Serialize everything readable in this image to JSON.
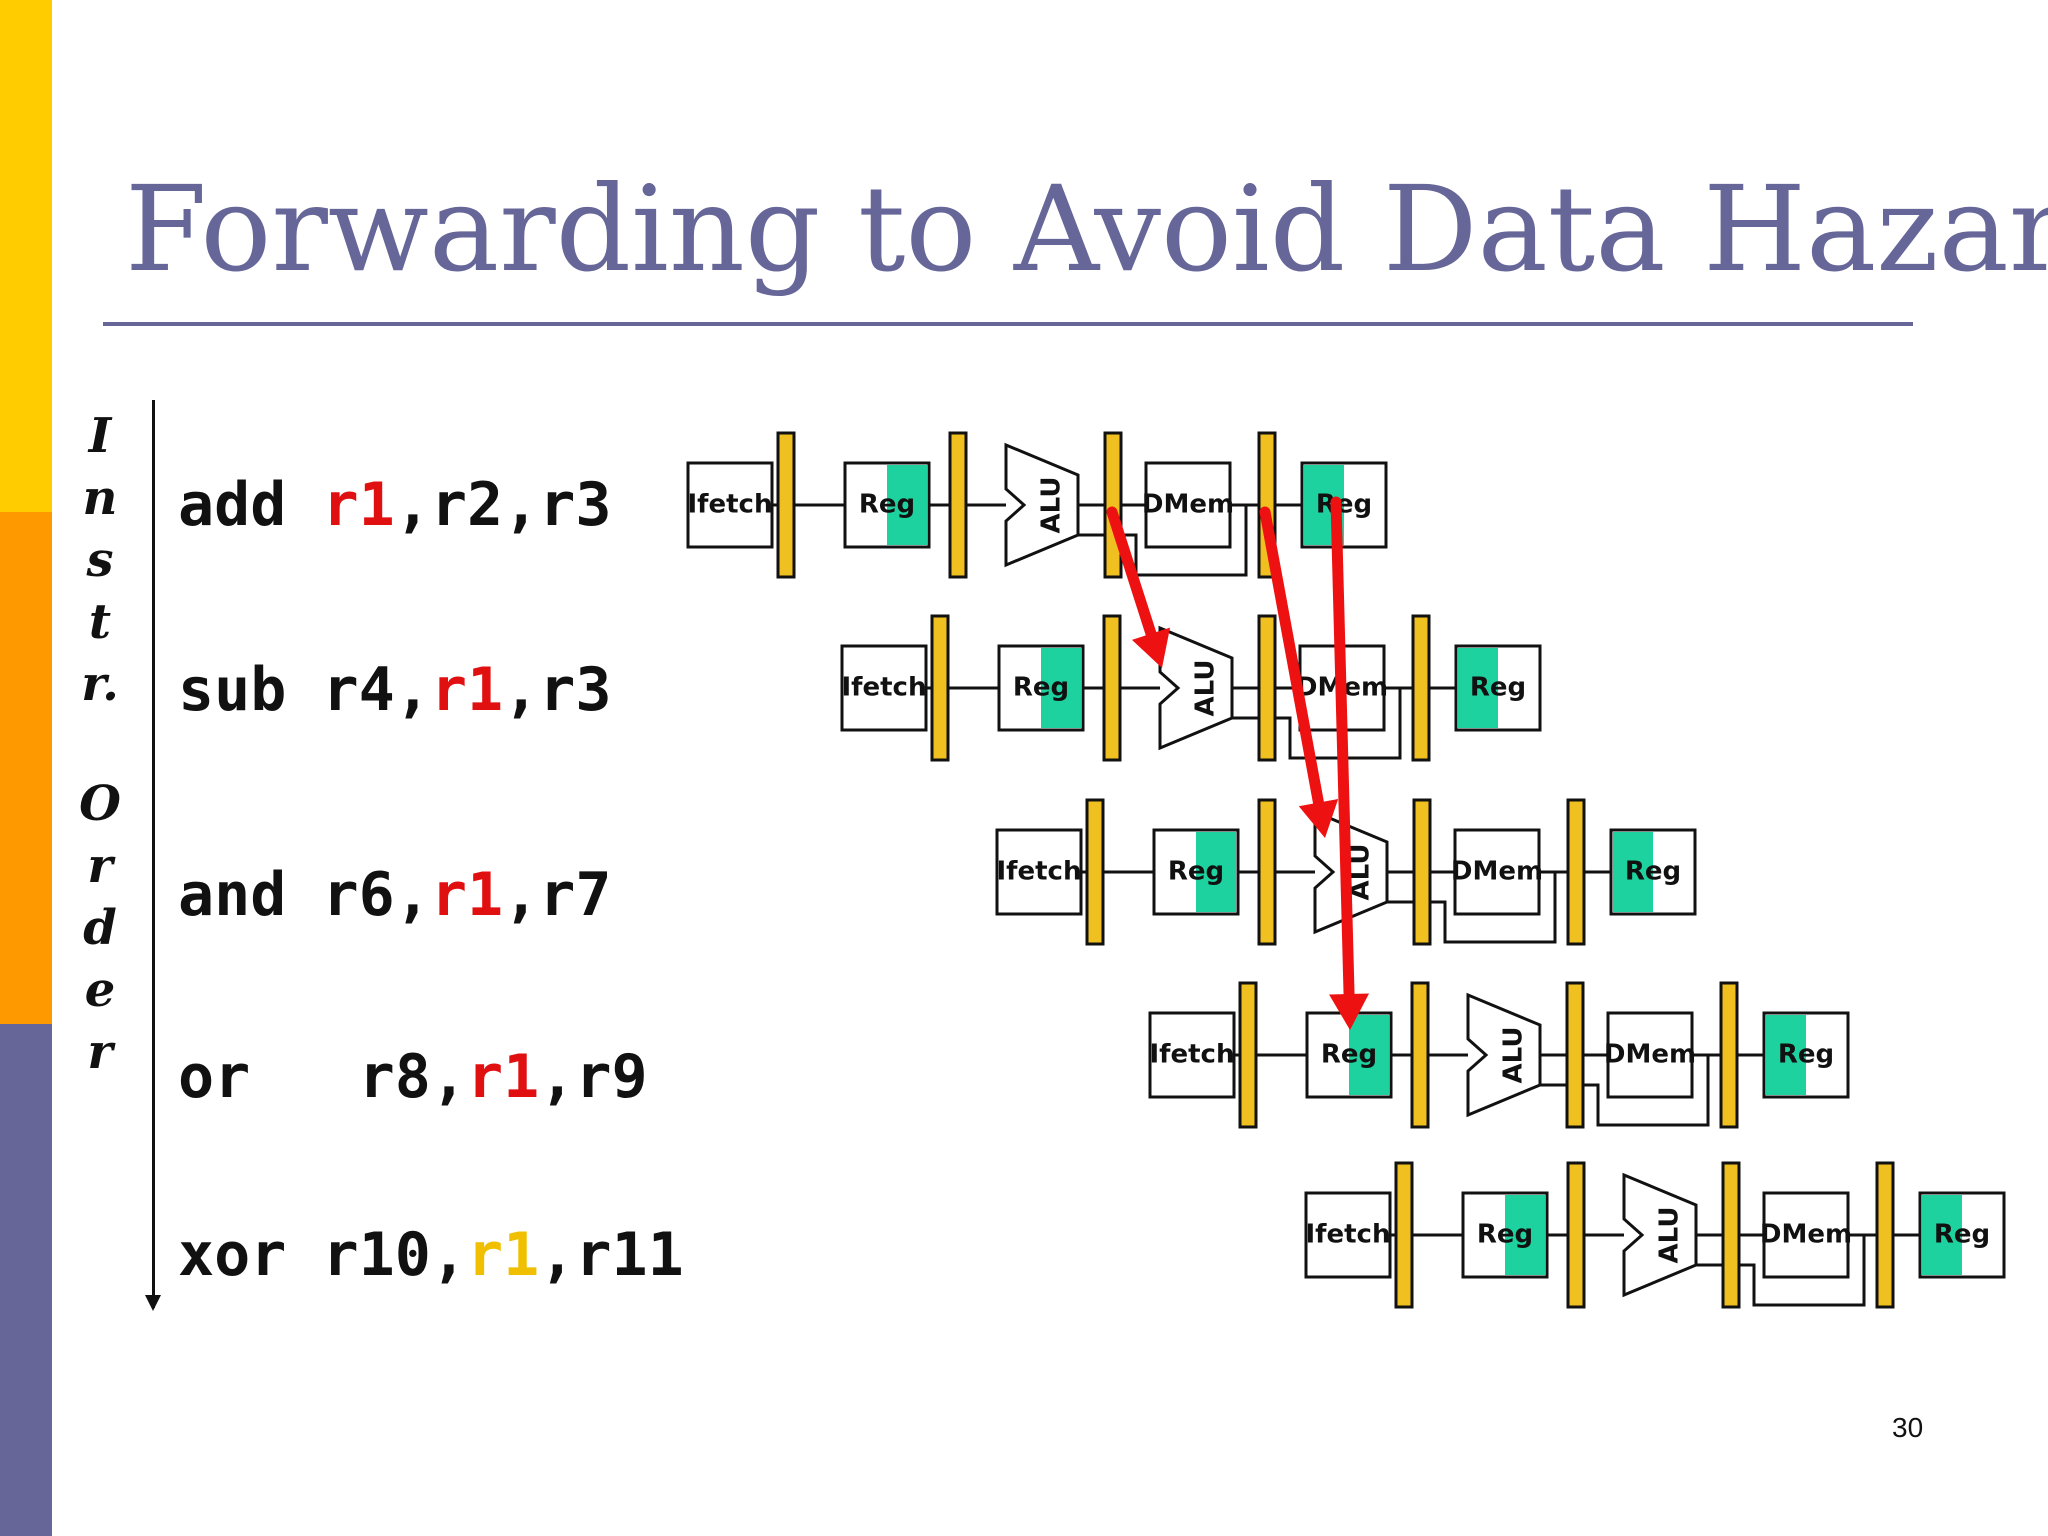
{
  "slide": {
    "title": "Forwarding to Avoid Data Hazard",
    "page_number": "30",
    "axis_label_letters": [
      "I",
      "n",
      "s",
      "t",
      "r.",
      "O",
      "r",
      "d",
      "e",
      "r"
    ]
  },
  "pipeline_stages": [
    "Ifetch",
    "Reg",
    "ALU",
    "DMem",
    "Reg"
  ],
  "instructions": [
    {
      "op": "add",
      "sep": " ",
      "pre": "",
      "hl": "r1",
      "post": ",r2,r3",
      "hl_color": "#e01010"
    },
    {
      "op": "sub",
      "sep": " ",
      "pre": "r4,",
      "hl": "r1",
      "post": ",r3",
      "hl_color": "#e01010"
    },
    {
      "op": "and",
      "sep": " ",
      "pre": "r6,",
      "hl": "r1",
      "post": ",r7",
      "hl_color": "#e01010"
    },
    {
      "op": "or",
      "sep": "   ",
      "pre": "r8,",
      "hl": "r1",
      "post": ",r9",
      "hl_color": "#e01010"
    },
    {
      "op": "xor",
      "sep": " ",
      "pre": "r10,",
      "hl": "r1",
      "post": ",r11",
      "hl_color": "#f0c000"
    }
  ],
  "colors": {
    "title": "#666699",
    "pipeline_latch": "#f0c020",
    "register_fill": "#1ed2a0",
    "forward_arrow": "#ee1111",
    "side_bar_yellow": "#FFCC00",
    "side_bar_orange": "#FF9900",
    "side_bar_purple": "#666699"
  }
}
